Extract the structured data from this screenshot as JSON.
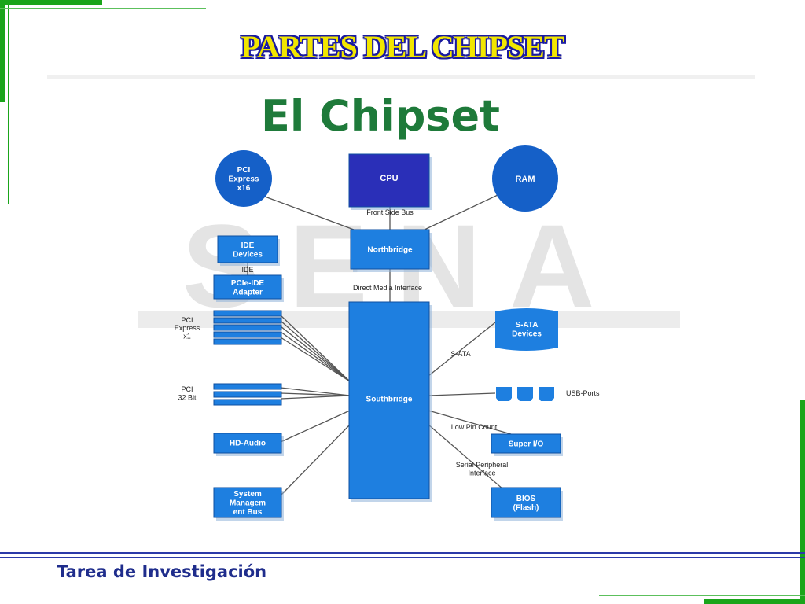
{
  "slide": {
    "title": "PARTES DEL CHIPSET",
    "footer": "Tarea de Investigación"
  },
  "diagram": {
    "heading": "El Chipset",
    "watermark": "SENA",
    "nodes": {
      "pci_express_x16": [
        "PCI",
        "Express",
        "x16"
      ],
      "cpu": [
        "CPU"
      ],
      "ram": [
        "RAM"
      ],
      "northbridge": [
        "Northbridge"
      ],
      "southbridge": [
        "Southbridge"
      ],
      "ide_devices": [
        "IDE",
        "Devices"
      ],
      "pcie_ide_adapter": [
        "PCIe-IDE",
        "Adapter"
      ],
      "hd_audio": [
        "HD-Audio"
      ],
      "system_management_bus": [
        "System",
        "Managem",
        "ent Bus"
      ],
      "sata_devices": [
        "S-ATA",
        "Devices"
      ],
      "super_io": [
        "Super I/O"
      ],
      "bios": [
        "BIOS",
        "(Flash)"
      ]
    },
    "labels": {
      "front_side_bus": "Front Side Bus",
      "direct_media_interface": "Direct Media Interface",
      "ide": "IDE",
      "pci_express_x1": [
        "PCI",
        "Express",
        "x1"
      ],
      "pci_32bit": [
        "PCI",
        "32 Bit"
      ],
      "sata": "S-ATA",
      "usb_ports": "USB-Ports",
      "low_pin_count": "Low Pin Count",
      "serial_peripheral_interface": [
        "Serial Peripheral",
        "Interface"
      ]
    },
    "colors": {
      "node_fill": "#1e7fe0",
      "cpu_fill": "#2a2fb8",
      "circle_fill": "#1560c8",
      "heading": "#1e7a3a",
      "line": "#555555"
    }
  }
}
